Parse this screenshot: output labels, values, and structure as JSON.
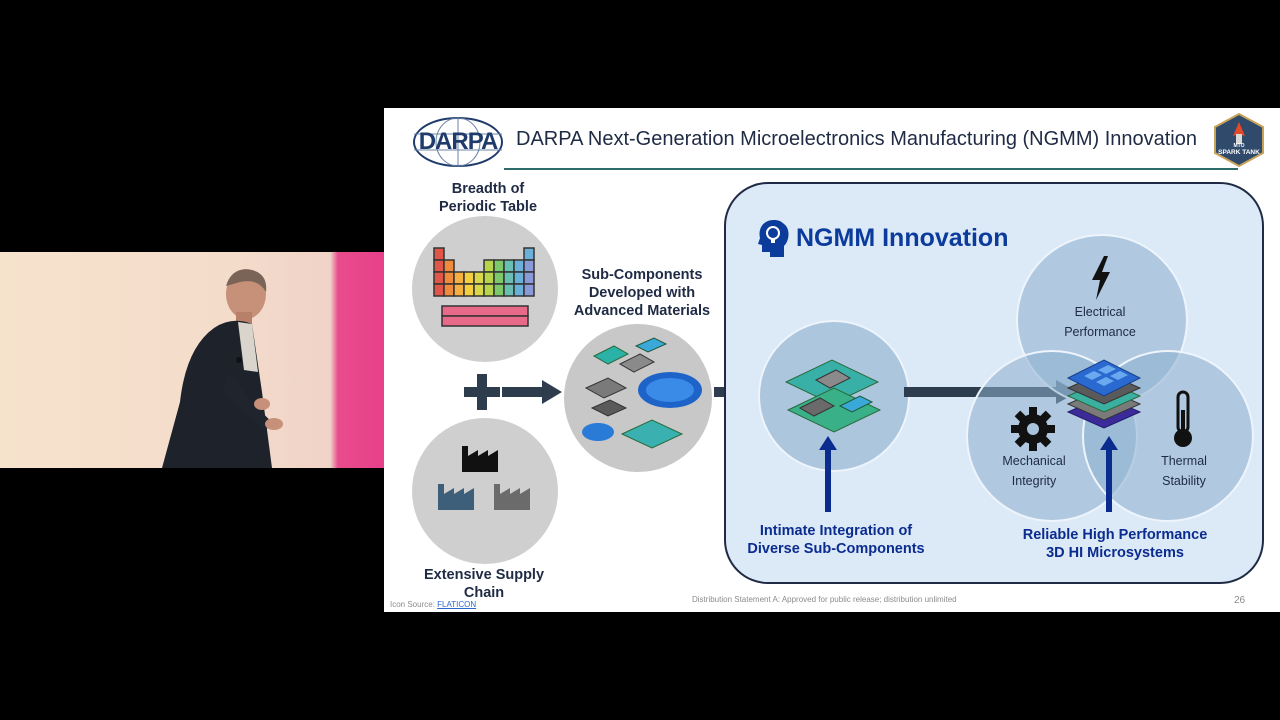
{
  "slide": {
    "logo_text": "DARPA",
    "title": "DARPA Next-Generation Microelectronics Manufacturing (NGMM) Innovation",
    "badge_text_top": "MTO",
    "badge_text": "SPARK TANK",
    "left_top_label": [
      "Breadth of",
      "Periodic Table"
    ],
    "left_bottom_label": [
      "Extensive Supply",
      "Chain"
    ],
    "middle_label": [
      "Sub-Components",
      "Developed with",
      "Advanced Materials"
    ],
    "ngmm_title": "NGMM Innovation",
    "venn": {
      "top": [
        "Electrical",
        "Performance"
      ],
      "left": [
        "Mechanical",
        "Integrity"
      ],
      "right": [
        "Thermal",
        "Stability"
      ]
    },
    "integration_label": [
      "Intimate Integration of",
      "Diverse Sub-Components"
    ],
    "reliable_label": [
      "Reliable High Performance",
      "3D HI Microsystems"
    ],
    "footer": {
      "icon_source_prefix": "Icon Source: ",
      "icon_source_link": "FLATICON",
      "distribution": "Distribution Statement A: Approved for public release; distribution unlimited",
      "page_number": "26"
    }
  },
  "colors": {
    "navy": "#1f2a44",
    "ngmm_blue": "#0b3b9b",
    "box_bg": "#dce9f7",
    "venn_fill": "#8cafcd"
  }
}
